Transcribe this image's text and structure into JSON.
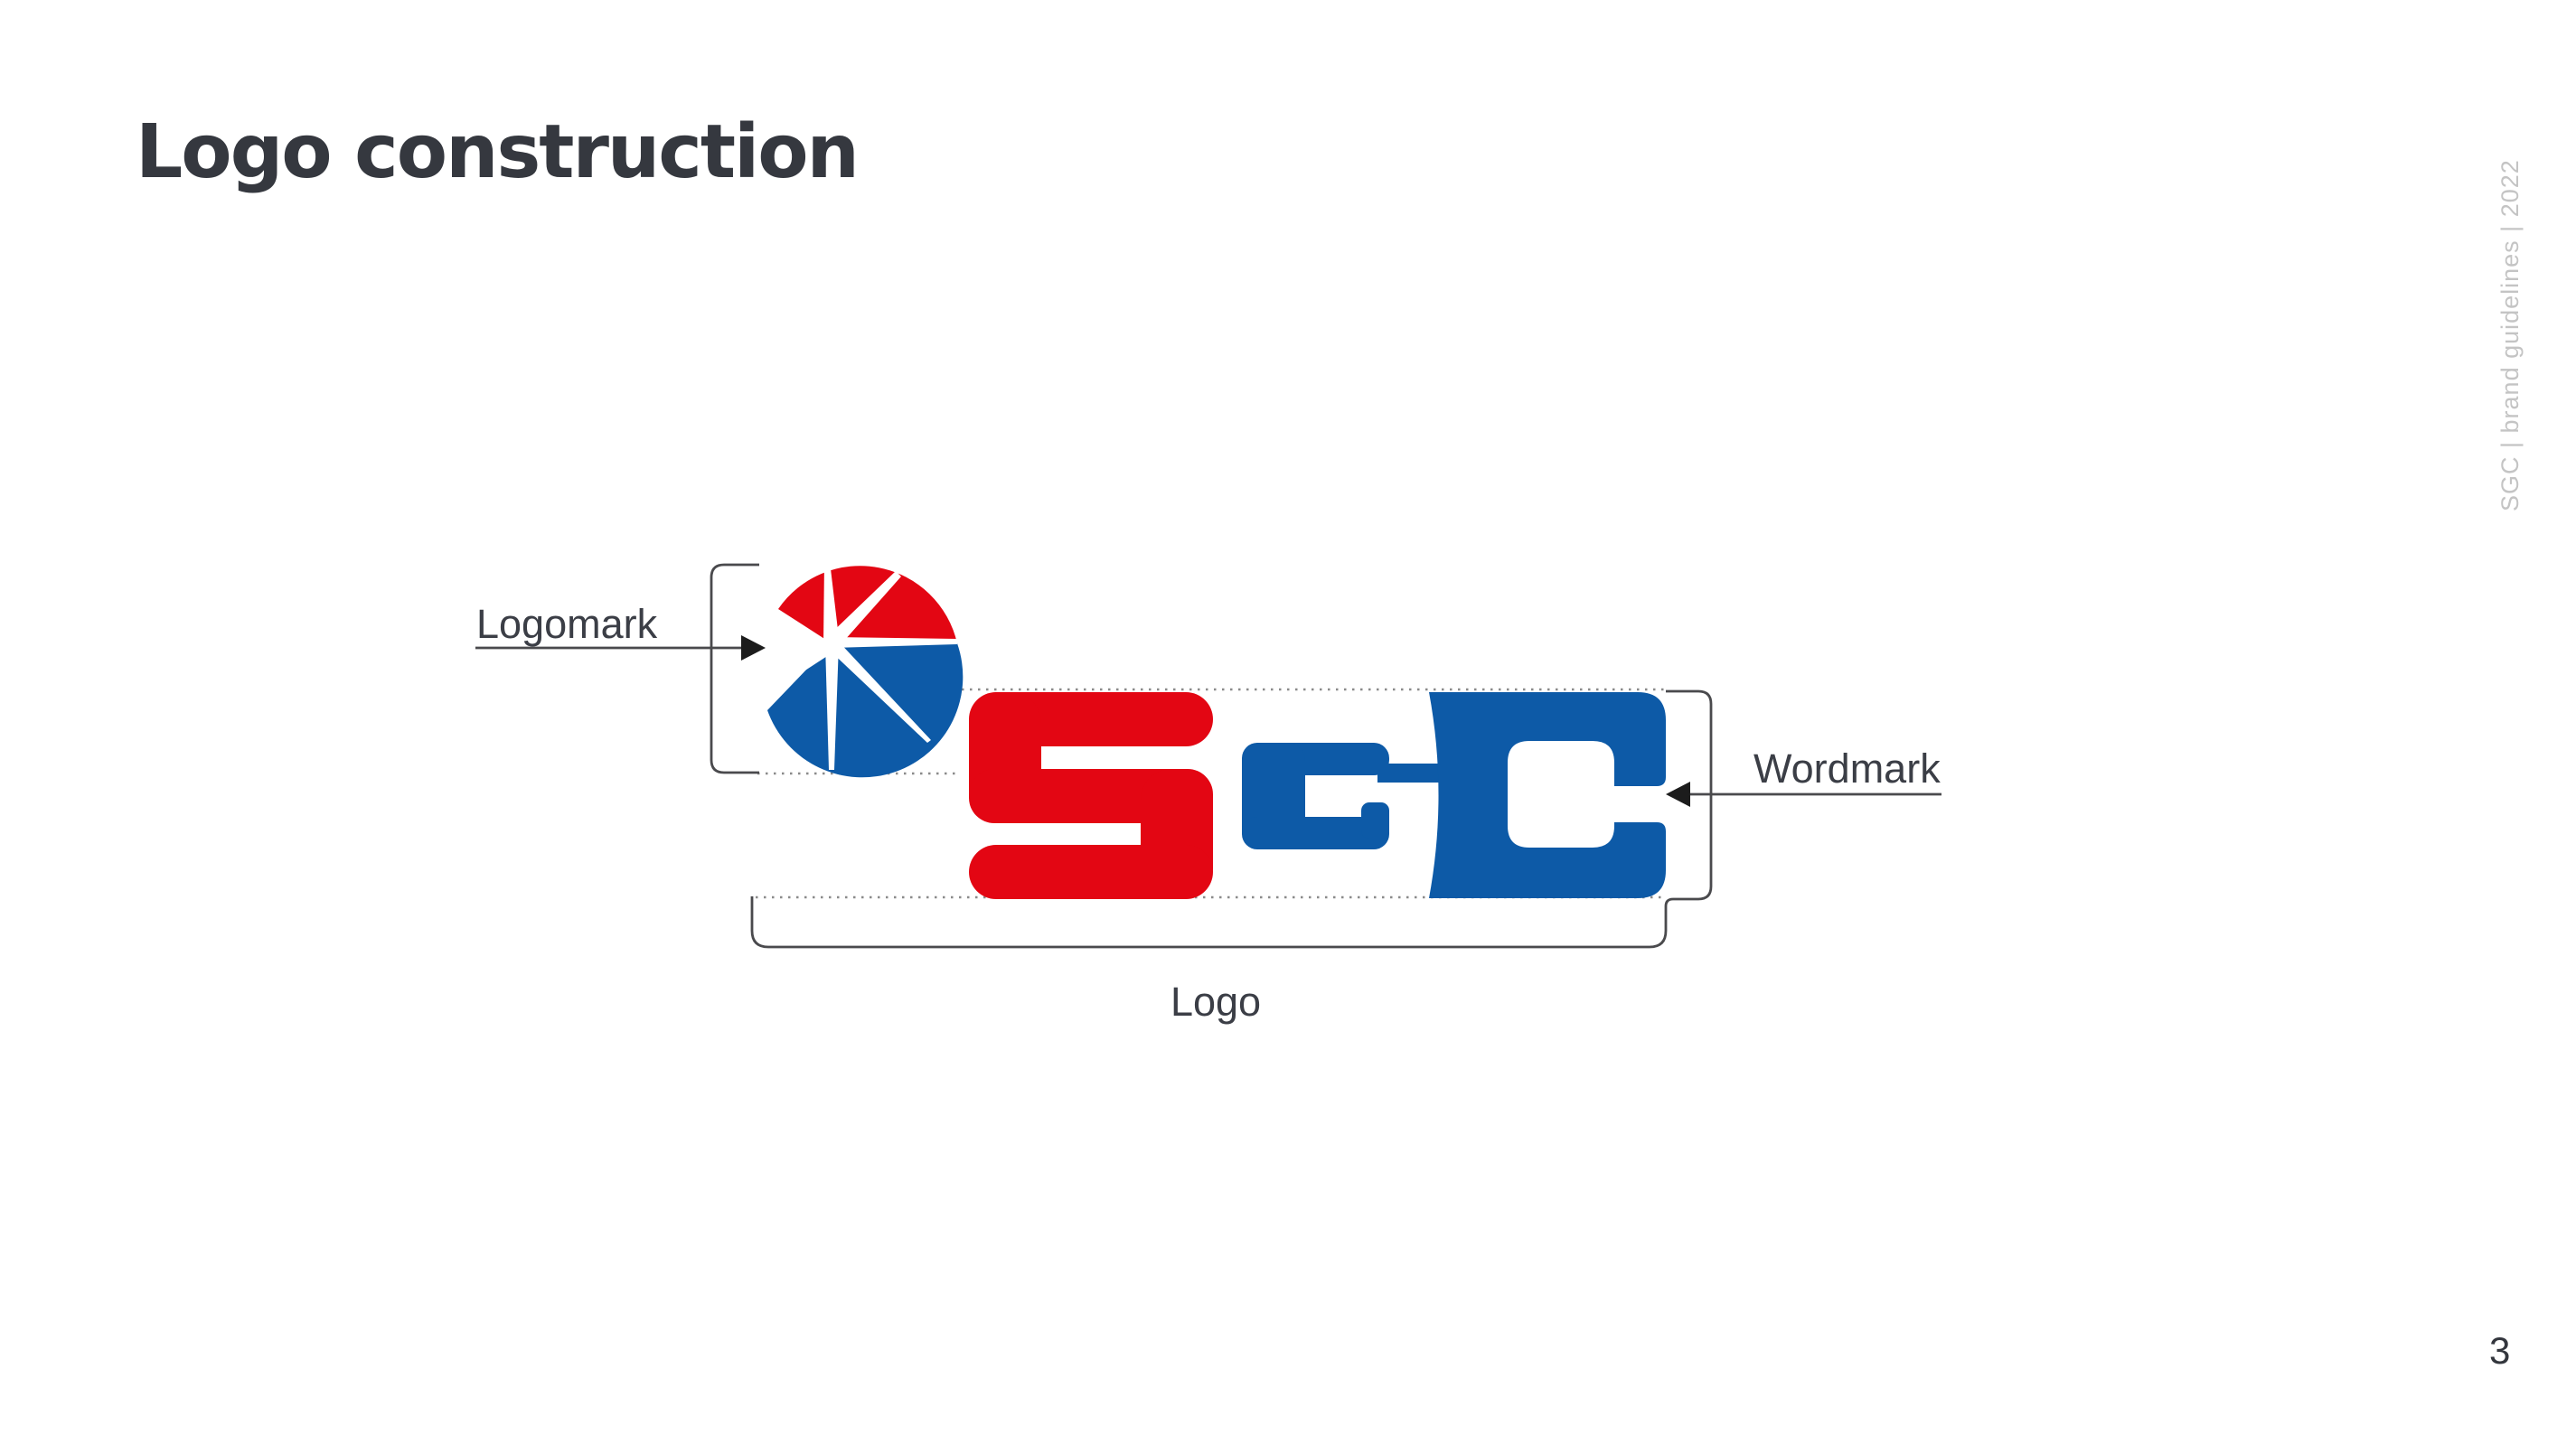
{
  "slide": {
    "title": "Logo construction",
    "page_number": "3",
    "side_text": "SGC | brand guidelines | 2022"
  },
  "diagram": {
    "logomark_label": "Logomark",
    "wordmark_label": "Wordmark",
    "logo_label": "Logo",
    "wordmark_text": "SGC",
    "colors": {
      "logo_red": "#e30613",
      "logo_blue": "#0d5aa7",
      "annotation_line": "#4a4a4d",
      "dotted_guide": "#8a8a8a",
      "title_ink": "#35383f",
      "side_text_muted": "#c4c4c4"
    }
  }
}
